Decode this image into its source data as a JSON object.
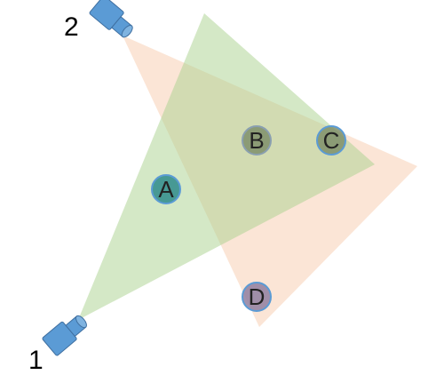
{
  "cameras": [
    {
      "label": "1",
      "icon": "camera-icon"
    },
    {
      "label": "2",
      "icon": "camera-icon"
    }
  ],
  "points": [
    {
      "label": "A"
    },
    {
      "label": "B"
    },
    {
      "label": "C"
    },
    {
      "label": "D"
    }
  ],
  "colors": {
    "camera_body": "#5b9bd5",
    "camera_outline": "#3f6fa0",
    "fov_camera_1": "#a9d18e",
    "fov_camera_2": "#f8cbad",
    "point_fill": "#2e8b8b"
  }
}
